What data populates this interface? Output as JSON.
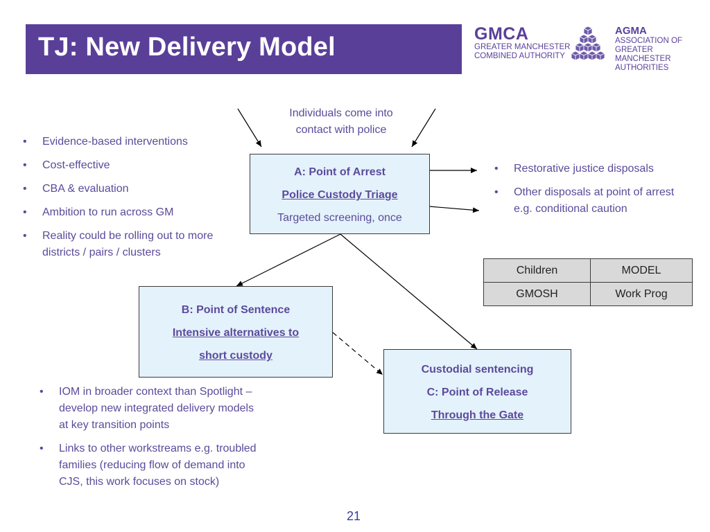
{
  "slide": {
    "title": "TJ: New Delivery Model",
    "page_number": "21"
  },
  "logos": {
    "gmca": {
      "title": "GMCA",
      "line1": "GREATER MANCHESTER",
      "line2": "COMBINED AUTHORITY"
    },
    "agma": {
      "title": "AGMA",
      "line1": "ASSOCIATION OF",
      "line2": "GREATER MANCHESTER",
      "line3": "AUTHORITIES"
    }
  },
  "intro": {
    "line1": "Individuals come into",
    "line2": "contact with police"
  },
  "left_bullets": [
    "Evidence-based interventions",
    "Cost-effective",
    "CBA & evaluation",
    "Ambition to run across GM",
    "Reality could be rolling out to more districts / pairs / clusters"
  ],
  "right_bullets": [
    "Restorative justice disposals",
    "Other disposals at point of arrest e.g. conditional caution"
  ],
  "bottom_bullets": [
    "IOM in broader context than Spotlight – develop new integrated delivery models at key transition points",
    "Links to other workstreams e.g. troubled families (reducing flow of demand into CJS, this work focuses on stock)"
  ],
  "box_a": {
    "title": "A: Point of Arrest",
    "subtitle": "Police Custody Triage",
    "detail": "Targeted screening, once"
  },
  "box_b": {
    "title": "B: Point of Sentence",
    "subtitle_line1": "Intensive alternatives to",
    "subtitle_line2": "short custody"
  },
  "box_c": {
    "line1": "Custodial sentencing",
    "line2": "C: Point of Release",
    "line3": "Through the Gate"
  },
  "legend_table": [
    [
      "Children",
      "MODEL"
    ],
    [
      "GMOSH",
      "Work Prog"
    ]
  ]
}
